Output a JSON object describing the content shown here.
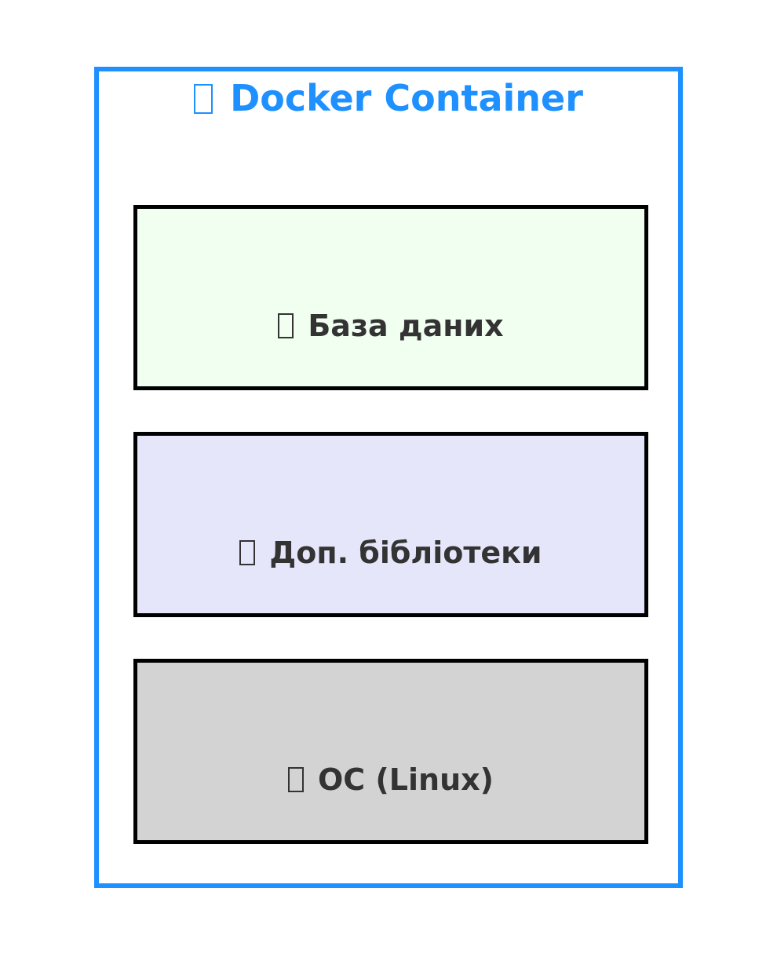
{
  "container": {
    "title": "Docker Container",
    "border_color": "#1e90ff",
    "title_color": "#1e90ff"
  },
  "layers": [
    {
      "label": "База даних",
      "fill": "#f0fff0",
      "icon": "database-icon"
    },
    {
      "label": "Доп. бібліотеки",
      "fill": "#e6e6fa",
      "icon": "library-icon"
    },
    {
      "label": "ОС (Linux)",
      "fill": "#d3d3d3",
      "icon": "os-icon"
    }
  ]
}
